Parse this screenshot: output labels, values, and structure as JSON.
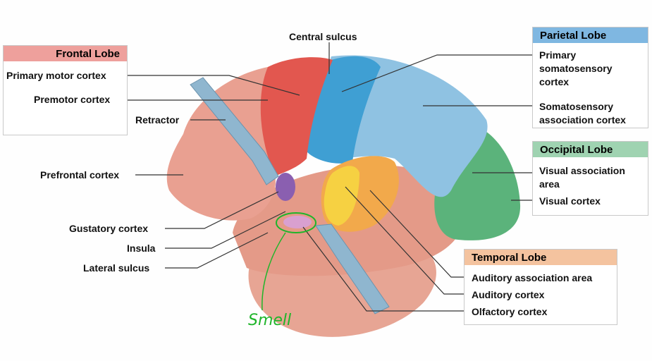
{
  "groups": {
    "frontal": {
      "title": "Frontal Lobe",
      "color": "#eea09c"
    },
    "parietal": {
      "title": "Parietal Lobe",
      "color": "#7fb7e1"
    },
    "occipital": {
      "title": "Occipital Lobe",
      "color": "#9fd3b1"
    },
    "temporal": {
      "title": "Temporal Lobe",
      "color": "#f4c39f"
    }
  },
  "labels": {
    "central_sulcus": "Central sulcus",
    "primary_motor_cortex": "Primary motor cortex",
    "premotor_cortex": "Premotor cortex",
    "retractor": "Retractor",
    "prefrontal_cortex": "Prefrontal cortex",
    "gustatory_cortex": "Gustatory cortex",
    "insula": "Insula",
    "lateral_sulcus": "Lateral sulcus",
    "primary_somatosensory_1": "Primary",
    "primary_somatosensory_2": "somatosensory",
    "primary_somatosensory_3": "cortex",
    "somatosensory_association_1": "Somatosensory",
    "somatosensory_association_2": "association cortex",
    "visual_association_1": "Visual association",
    "visual_association_2": "area",
    "visual_cortex": "Visual cortex",
    "auditory_association_area": "Auditory association area",
    "auditory_cortex": "Auditory cortex",
    "olfactory_cortex": "Olfactory cortex"
  },
  "annotation": {
    "handwritten": "Smell",
    "ink_color": "#1fb52a"
  },
  "region_colors": {
    "frontal_motor": "#e2574f",
    "prefrontal": "#e9a091",
    "parietal_primary": "#3f9fd3",
    "parietal_assoc": "#8fc2e2",
    "occipital": "#5bb37b",
    "temporal": "#e49a88",
    "auditory_assoc": "#f2a94b",
    "auditory": "#f6d142",
    "insula": "#8a5fb0"
  }
}
